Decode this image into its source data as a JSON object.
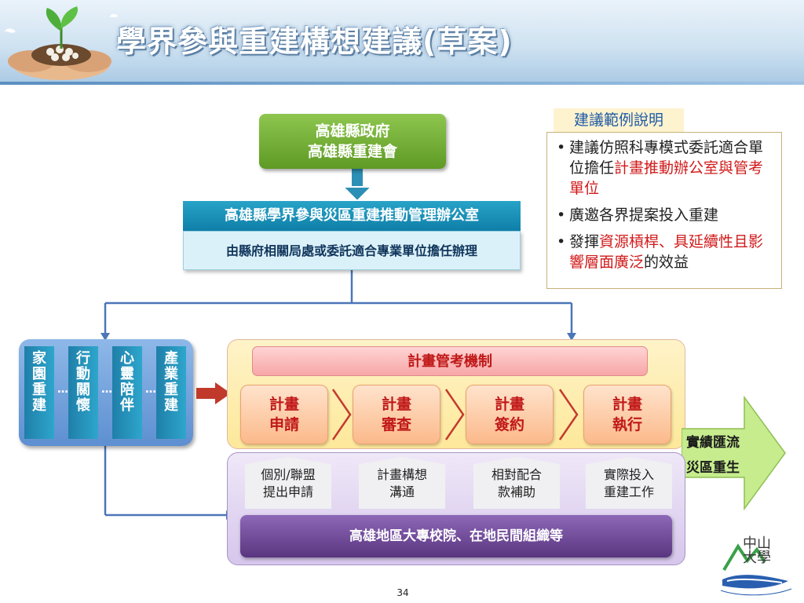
{
  "slide": {
    "title": "學界參與重建構想建議(草案)",
    "page_number": "34"
  },
  "gov": {
    "line1": "高雄縣政府",
    "line2": "高雄縣重建會"
  },
  "office": {
    "name": "高雄縣學界參與災區重建推動管理辦公室",
    "description": "由縣府相關局處或委託適合專業單位擔任辦理"
  },
  "note": {
    "title": "建議範例說明",
    "bullet": "•",
    "item1_plain": "建議仿照科專模式委託適合單位擔任",
    "item1_highlight": "計畫推動辦公室與管考單位",
    "item2": "廣邀各界提案投入重建",
    "item3_plain1": "發揮",
    "item3_highlight": "資源槓桿、具延續性且影響層面廣泛",
    "item3_plain2": "的效益"
  },
  "categories": [
    {
      "chars": [
        "家",
        "園",
        "重",
        "建"
      ]
    },
    {
      "chars": [
        "行",
        "動",
        "關",
        "懷"
      ]
    },
    {
      "chars": [
        "心",
        "靈",
        "陪",
        "伴"
      ]
    },
    {
      "chars": [
        "產",
        "業",
        "重",
        "建"
      ]
    }
  ],
  "ellipsis": "…",
  "mechanism": {
    "label": "計畫管考機制",
    "steps": [
      {
        "line1": "計畫",
        "line2": "申請"
      },
      {
        "line1": "計畫",
        "line2": "審查"
      },
      {
        "line1": "計畫",
        "line2": "簽約"
      },
      {
        "line1": "計畫",
        "line2": "執行"
      }
    ]
  },
  "actions": [
    {
      "line1": "個別/聯盟",
      "line2": "提出申請"
    },
    {
      "line1": "計畫構想",
      "line2": "溝通"
    },
    {
      "line1": "相對配合",
      "line2": "款補助"
    },
    {
      "line1": "實際投入",
      "line2": "重建工作"
    }
  ],
  "universities": "高雄地區大專校院、在地民間組織等",
  "outcome": {
    "line1": "實績匯流",
    "line2": "災區重生"
  },
  "logo": {
    "text": "中山大學"
  },
  "colors": {
    "header_band": "#cfe2f1",
    "gov_green": "#6ba632",
    "office_teal": "#1a8fb8",
    "highlight_red": "#d11a1a",
    "mechanism_pink": "#f7a6a6",
    "step_orange": "#fbb98a",
    "university_purple": "#6b4693",
    "outcome_arrow_green": "#c6ec8e",
    "connector_blue": "#4b76b8"
  }
}
